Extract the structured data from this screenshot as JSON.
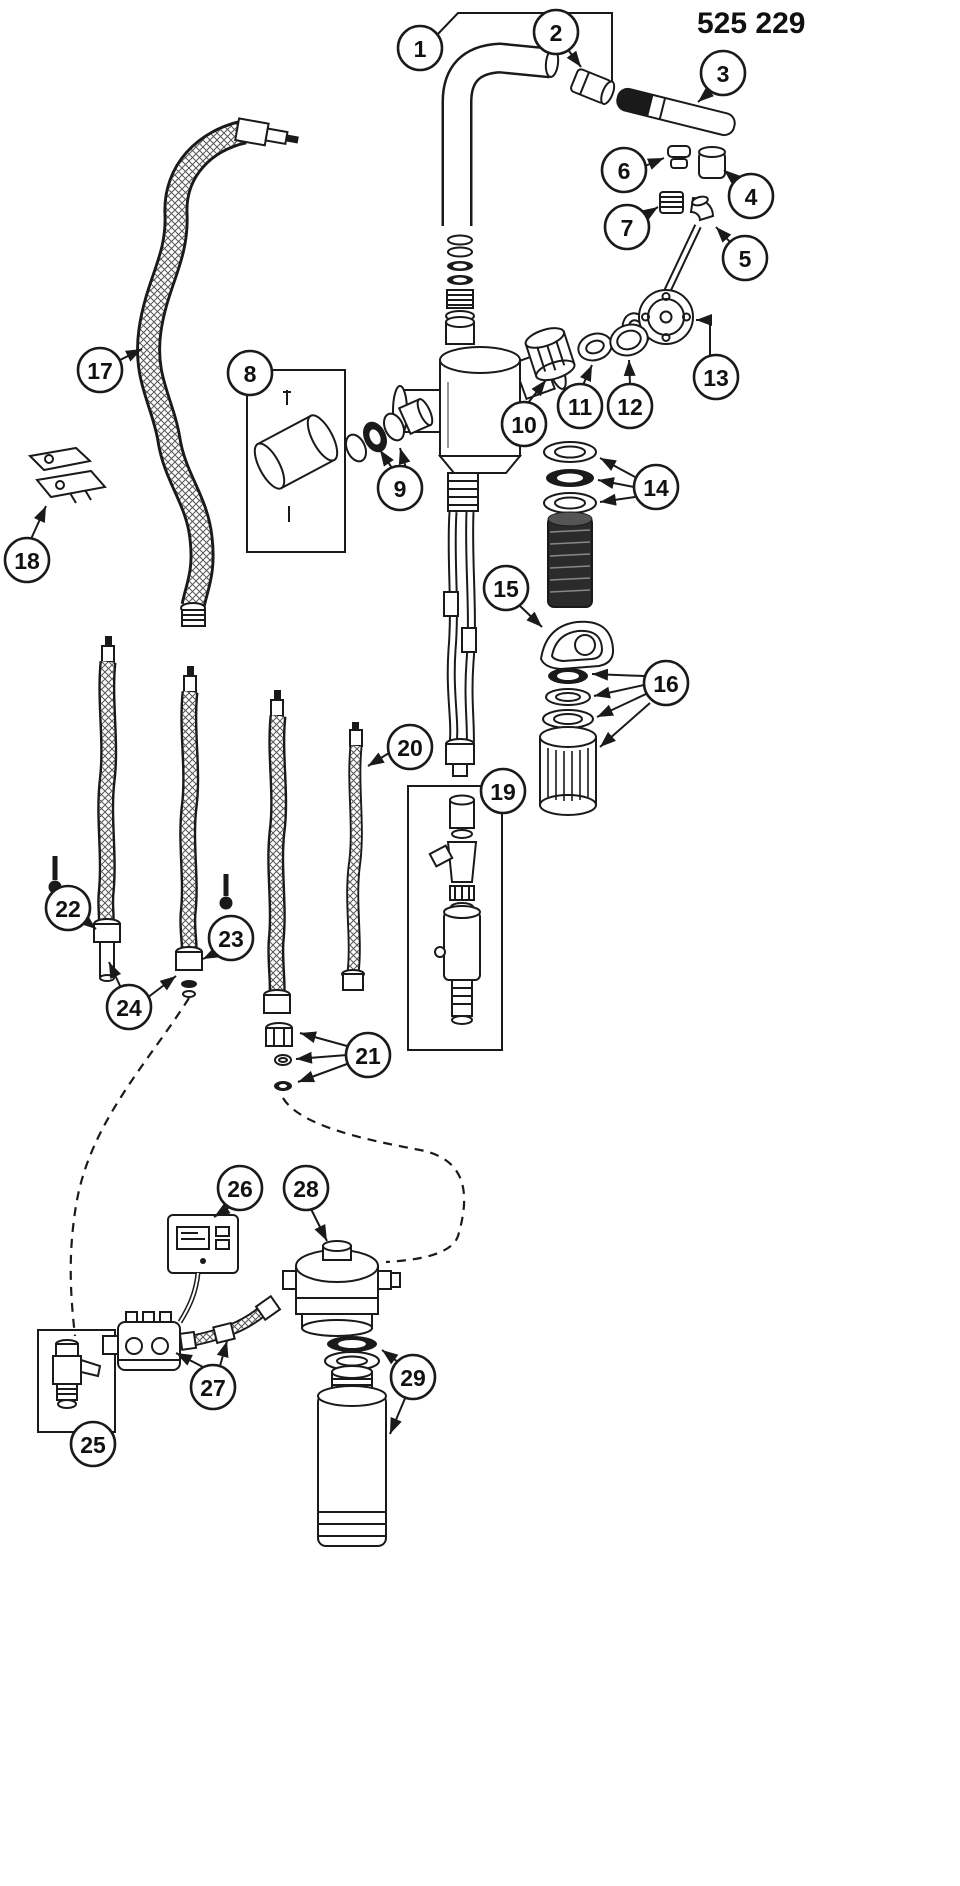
{
  "document": {
    "part_number": "525 229"
  },
  "callouts": [
    {
      "label": "1"
    },
    {
      "label": "2"
    },
    {
      "label": "3"
    },
    {
      "label": "4"
    },
    {
      "label": "5"
    },
    {
      "label": "6"
    },
    {
      "label": "7"
    },
    {
      "label": "8"
    },
    {
      "label": "9"
    },
    {
      "label": "10"
    },
    {
      "label": "11"
    },
    {
      "label": "12"
    },
    {
      "label": "13"
    },
    {
      "label": "14"
    },
    {
      "label": "15"
    },
    {
      "label": "16"
    },
    {
      "label": "17"
    },
    {
      "label": "18"
    },
    {
      "label": "19"
    },
    {
      "label": "20"
    },
    {
      "label": "21"
    },
    {
      "label": "22"
    },
    {
      "label": "23"
    },
    {
      "label": "24"
    },
    {
      "label": "25"
    },
    {
      "label": "26"
    },
    {
      "label": "27"
    },
    {
      "label": "28"
    },
    {
      "label": "29"
    }
  ]
}
